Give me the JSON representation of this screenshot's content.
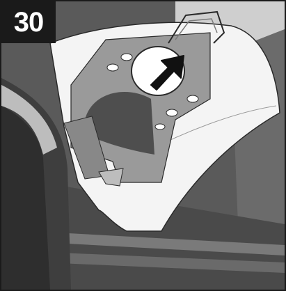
{
  "step": {
    "number": "30"
  },
  "illustration": {
    "subject": "vacuum-cleaner-bag-holder",
    "arrow_direction": "up-right",
    "colors": {
      "bag": "#f4f4f4",
      "body_dark": "#4a4a4a",
      "body_mid": "#8c8c8c",
      "holder": "#9a9a9a",
      "arrow": "#111111"
    }
  }
}
